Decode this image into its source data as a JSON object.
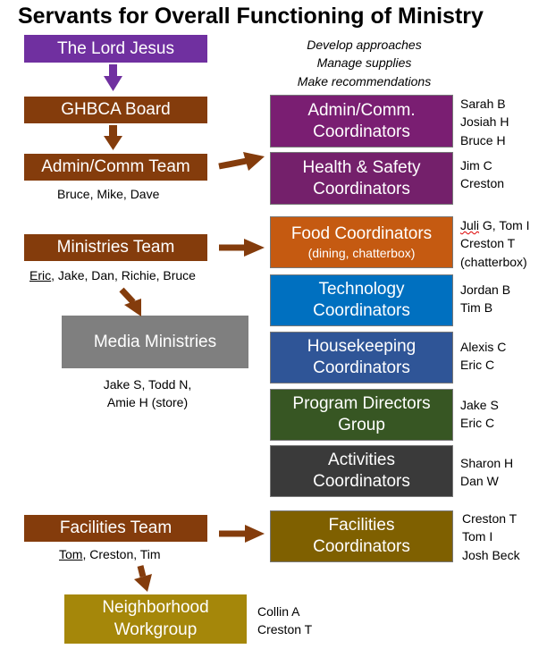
{
  "title": "Servants for Overall Functioning of Ministry",
  "notes": [
    "Develop approaches",
    "Manage supplies",
    "Make recommendations"
  ],
  "left": {
    "lord": "The Lord Jesus",
    "board": "GHBCA Board",
    "admin_team": {
      "label": "Admin/Comm Team",
      "members": "Bruce, Mike, Dave"
    },
    "ministries_team": {
      "label": "Ministries Team",
      "lead": "Eric",
      "members": ", Jake, Dan, Richie, Bruce"
    },
    "media": {
      "label": "Media Ministries",
      "members": [
        "Jake S, Todd N,",
        "Amie H (store)"
      ]
    },
    "facilities_team": {
      "label": "Facilities Team",
      "lead": "Tom",
      "members": ", Creston, Tim"
    },
    "neighborhood": {
      "label_lines": [
        "Neighborhood",
        "Workgroup"
      ],
      "members": [
        "Collin A",
        "Creston T"
      ]
    }
  },
  "coordinators": {
    "admin": {
      "lines": [
        "Admin/Comm.",
        "Coordinators"
      ],
      "members": [
        "Sarah B",
        "Josiah H",
        "Bruce H"
      ]
    },
    "health": {
      "lines": [
        "Health & Safety",
        "Coordinators"
      ],
      "members": [
        "Jim C",
        "Creston"
      ]
    },
    "food": {
      "lines": [
        "Food Coordinators"
      ],
      "sub": "(dining, chatterbox)",
      "members_first_a": "Juli",
      "members_first_b": " G, Tom I",
      "members": [
        "Creston T",
        "(chatterbox)"
      ]
    },
    "tech": {
      "lines": [
        "Technology",
        "Coordinators"
      ],
      "members": [
        "Jordan B",
        "Tim B"
      ]
    },
    "house": {
      "lines": [
        "Housekeeping",
        "Coordinators"
      ],
      "members": [
        "Alexis C",
        "Eric C"
      ]
    },
    "program": {
      "lines": [
        "Program Directors",
        "Group"
      ],
      "members": [
        "Jake S",
        "Eric C"
      ]
    },
    "activities": {
      "lines": [
        "Activities",
        "Coordinators"
      ],
      "members": [
        "Sharon H",
        "Dan W"
      ]
    },
    "facilities": {
      "lines": [
        "Facilities",
        "Coordinators"
      ],
      "members": [
        "Creston T",
        "Tom I",
        "Josh Beck"
      ]
    }
  },
  "colors": {
    "purple": "#7030a0",
    "brown": "#843c0c",
    "gray": "#7f7f7f",
    "olive": "#a5870a",
    "admin": "#7a1e72",
    "health": "#74206b",
    "food": "#c55a11",
    "tech": "#0070c0",
    "house": "#2f5597",
    "program": "#375623",
    "activities": "#3a3a3a",
    "facilities": "#7f6000"
  }
}
